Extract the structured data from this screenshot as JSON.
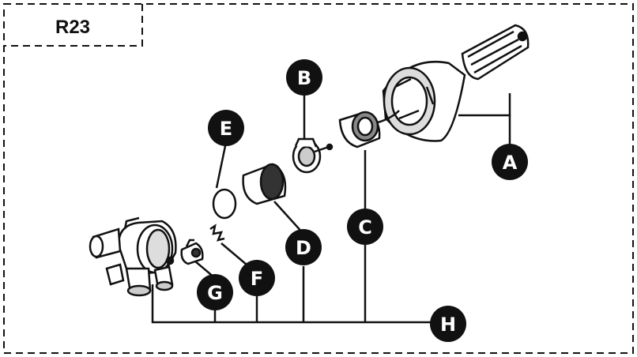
{
  "reference_code": "R23",
  "callouts": [
    {
      "id": "A",
      "label": "A"
    },
    {
      "id": "B",
      "label": "B"
    },
    {
      "id": "C",
      "label": "C"
    },
    {
      "id": "D",
      "label": "D"
    },
    {
      "id": "E",
      "label": "E"
    },
    {
      "id": "F",
      "label": "F"
    },
    {
      "id": "G",
      "label": "G"
    },
    {
      "id": "H",
      "label": "H"
    }
  ],
  "colors": {
    "ink": "#111111",
    "paper": "#ffffff",
    "shade": "#d9d9d9"
  }
}
